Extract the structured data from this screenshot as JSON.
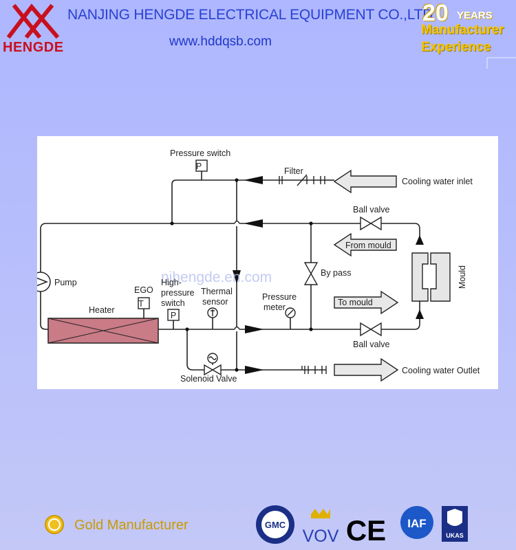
{
  "header": {
    "company": "NANJING HENGDE ELECTRICAL EQUIPMENT CO.,LTD",
    "website": "www.hddqsb.com",
    "logo_text": "HENGDE",
    "years_number": "20",
    "years_word": "YEARS",
    "badge_line1": "Manufacturer",
    "badge_line2": "Experience"
  },
  "diagram": {
    "watermark": "njhengde.en.com",
    "labels": {
      "pressure_switch": "Pressure switch",
      "filter": "Filter",
      "cooling_inlet": "Cooling water inlet",
      "ball_valve_top": "Ball valve",
      "from_mould": "From mould",
      "mould": "Mould",
      "pump": "Pump",
      "bypass": "By pass",
      "ego": "EGO",
      "high_pressure_1": "High-",
      "high_pressure_2": "pressure",
      "high_pressure_3": "switch",
      "thermal_1": "Thermal",
      "thermal_2": "sensor",
      "pmeter_1": "Pressure",
      "pmeter_2": "meter",
      "to_mould": "To mould",
      "heater": "Heater",
      "ball_valve_bottom": "Ball valve",
      "solenoid": "Solenoid Valve",
      "cooling_outlet": "Cooling water Outlet",
      "p_symbol": "P",
      "t_symbol": "T"
    }
  },
  "footer": {
    "gold": "Gold Manufacturer",
    "cert_gmc": "GMC",
    "cert_vov": "VOV",
    "cert_ce": "CE",
    "cert_iaf": "IAF",
    "cert_ukas": "UKAS"
  },
  "colors": {
    "brand_red": "#c8101e",
    "brand_blue": "#2a41d2",
    "gold": "#f3c400",
    "heater_fill": "#c97b86"
  }
}
